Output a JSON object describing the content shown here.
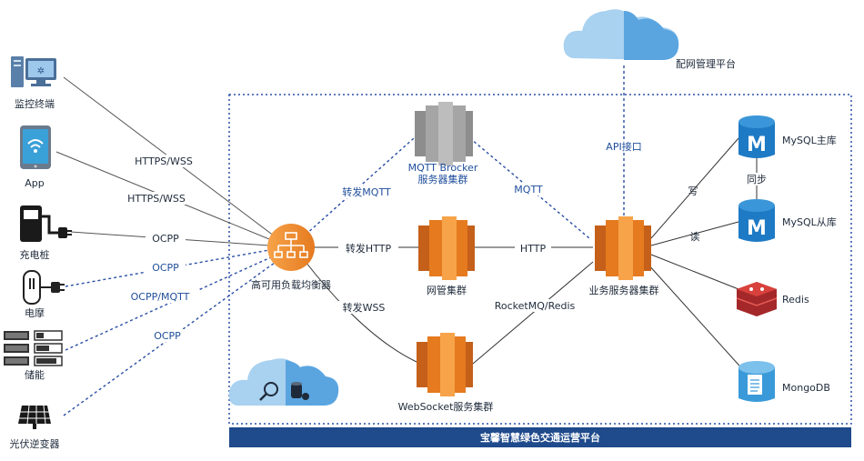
{
  "platform": {
    "title": "宝馨智慧绿色交通运营平台"
  },
  "cloud_top": {
    "label": "配网管理平台"
  },
  "devices": [
    {
      "name": "monitor-terminal",
      "label": "监控终端",
      "icon": "monitor-terminal-icon",
      "link": "HTTPS/WSS"
    },
    {
      "name": "app",
      "label": "App",
      "icon": "tablet-icon",
      "link": "HTTPS/WSS"
    },
    {
      "name": "charging-pile",
      "label": "充电桩",
      "icon": "charger-icon",
      "link": "OCPP"
    },
    {
      "name": "e-moto",
      "label": "电摩",
      "icon": "plug-icon",
      "link": "OCPP"
    },
    {
      "name": "energy-storage",
      "label": "储能",
      "icon": "battery-icon",
      "link": "OCPP/MQTT"
    },
    {
      "name": "pv-inverter",
      "label": "光伏逆变器",
      "icon": "solar-panel-icon",
      "link": "OCPP"
    }
  ],
  "nodes": {
    "load_balancer": "高可用负载均衡器",
    "mqtt_broker": [
      "MQTT Brocker",
      "服务器集群"
    ],
    "gateway": "网管集群",
    "websocket": "WebSocket服务集群",
    "business": "业务服务器集群",
    "mysql_master": "MySQL主库",
    "mysql_slave": "MySQL从库",
    "redis": "Redis",
    "mongodb": "MongoDB"
  },
  "edges": {
    "forward_mqtt": "转发MQTT",
    "forward_http": "转发HTTP",
    "forward_wss": "转发WSS",
    "mqtt": "MQTT",
    "http": "HTTP",
    "rocketmq": "RocketMQ/Redis",
    "api": "API接口",
    "write": "写",
    "read": "读",
    "sync": "同步"
  },
  "colors": {
    "orange": "#f08a2a",
    "orange_dark": "#c4601a",
    "gray": "#a9a9a9",
    "red": "#c9302c",
    "mysql_blue": "#1e7ac4",
    "mongo_blue": "#3a9ad9",
    "cloud_light": "#a9d1f0",
    "cloud_dark": "#5aa5e0",
    "dashed": "#2a4fa5",
    "banner": "#1f4a8c"
  }
}
